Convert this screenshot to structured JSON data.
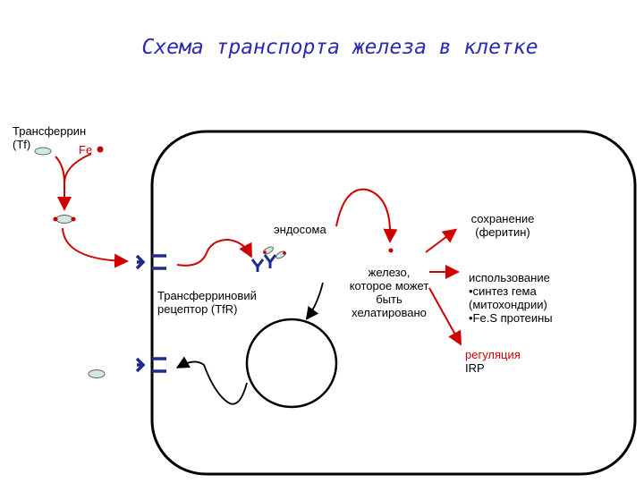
{
  "title": "Схема транспорта железа в клетке",
  "labels": {
    "transferrin_line1": "Трансферрин",
    "transferrin_line2": "(Tf)",
    "fe": "Fe",
    "endosome": "эндосома",
    "receptor_line1": "Трансферриновий",
    "receptor_line2": "рецептор (TfR)",
    "chelatable_line1": "железо,",
    "chelatable_line2": "которое может",
    "chelatable_line3": "быть",
    "chelatable_line4": "хелатировано",
    "storage_line1": "сохранение",
    "storage_line2": "(феритин)",
    "use_line1": "использование",
    "use_line2": "•синтез гема",
    "use_line3": "(митохондрии)",
    "use_line4": "•Fe.S протеины",
    "regulation_line1": "регуляция",
    "regulation_line2": "IRP"
  },
  "colors": {
    "arrow": "#d00000",
    "receptor": "#1f2a8a",
    "title": "#2b2bb0"
  }
}
